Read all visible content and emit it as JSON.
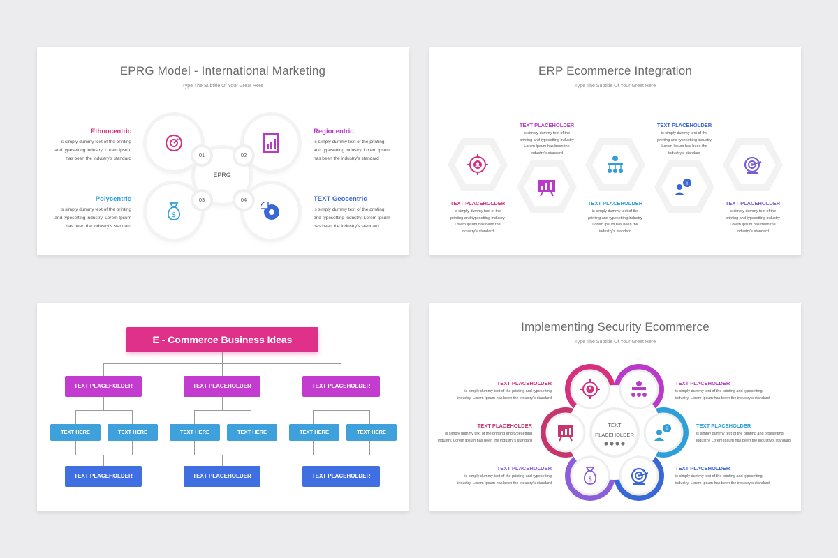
{
  "slide1": {
    "title": "EPRG Model - International Marketing",
    "subtitle": "Type The Subtitle Of Your Great Here",
    "center_label": "EPRG",
    "items": [
      {
        "num": "01",
        "heading": "Ethnocentric",
        "color": "#d6317f",
        "icon": "speedometer-icon",
        "desc": [
          "is simply dummy text of the printing",
          "and typesetting industry. Lorem Ipsum",
          "has been the industry's standard"
        ]
      },
      {
        "num": "02",
        "heading": "Regiocentric",
        "color": "#b93ac9",
        "icon": "chart-document-icon",
        "desc": [
          " is simply dummy text of the printing",
          "and typesetting industry. Lorem Ipsum",
          "has been the industry's standard"
        ]
      },
      {
        "num": "03",
        "heading": "Polycentric",
        "color": "#2f9fd9",
        "icon": "money-bag-icon",
        "desc": [
          "is simply dummy text of the printing",
          "and typesetting industry. Lorem Ipsum",
          "has been the industry's standard"
        ]
      },
      {
        "num": "04",
        "heading": "TEXT Geocentric",
        "color": "#3a67d6",
        "icon": "pie-chart-icon",
        "desc": [
          " is simply dummy text of the printing",
          "and typesetting industry. Lorem Ipsum",
          "has been the industry's standard"
        ]
      }
    ]
  },
  "slide2": {
    "title": "ERP Ecommerce Integration",
    "subtitle": "Type The Subtitle Of Your Great Here",
    "items": [
      {
        "heading": "TEXT PLACEHOLDER",
        "color": "#d6317f",
        "icon": "target-user-icon",
        "desc": [
          "is simply dummy text of the",
          "printing and typesetting industry",
          "Lorem Ipsum has been the",
          "industry's standard"
        ]
      },
      {
        "heading": "TEXT PLACEHOLDER",
        "color": "#b93ac9",
        "icon": "presentation-board-icon",
        "desc": [
          "is simply dummy text of the",
          "printing and typesetting industry",
          "Lorem Ipsum has been the",
          "industry's standard"
        ]
      },
      {
        "heading": "TEXT PLACEHOLDER",
        "color": "#2f9fd9",
        "icon": "network-icon",
        "desc": [
          "is simply dummy text of the",
          "printing and typesetting industry",
          "Lorem Ipsum has been the",
          "industry's standard"
        ]
      },
      {
        "heading": "TEXT PLACEHOLDER",
        "color": "#3a67d6",
        "icon": "user-info-icon",
        "desc": [
          "is simply dummy text of the",
          "printing and typesetting industry",
          "Lorem Ipsum has been the",
          "industry's standard"
        ]
      },
      {
        "heading": "TEXT PLACEHOLDER",
        "color": "#7b5ed6",
        "icon": "target-arrow-icon",
        "desc": [
          "is simply dummy text of the",
          "printing and typesetting industry",
          "Lorem Ipsum has been the",
          "industry's standard"
        ]
      }
    ]
  },
  "slide3": {
    "title": "E - Commerce Business Ideas",
    "level1": [
      "TEXT PLACEHOLDER",
      "TEXT PLACEHOLDER",
      "TEXT PLACEHOLDER"
    ],
    "level2": [
      "TEXT HERE",
      "TEXT HERE",
      "TEXT HERE",
      "TEXT HERE",
      "TEXT HERE",
      "TEXT HERE"
    ],
    "level3": [
      "TEXT PLACEHOLDER",
      "TEXT PLACEHOLDER",
      "TEXT PLACEHOLDER"
    ],
    "colors": {
      "top": "#e0318a",
      "level1": "#c43bd0",
      "level2": "#3fa1dc",
      "level3": "#3f6fe0"
    }
  },
  "slide4": {
    "title": "Implementing Security Ecommerce",
    "subtitle": "Type The Subtitle Of Your Great Here",
    "center_line1": "TEXT",
    "center_line2": "PLACEHOLDER",
    "items": [
      {
        "heading": "TEXT PLACEHOLDER",
        "color": "#d6317f",
        "icon": "target-user-icon",
        "desc": [
          "is simply dummy text of the printing and typesetting",
          "industry. Lorem Ipsum has been the industry's standard"
        ]
      },
      {
        "heading": "TEXT PLACEHOLDER",
        "color": "#b93ac9",
        "icon": "network-icon",
        "desc": [
          "is simply dummy text of the printing and typesetting",
          "industry. Lorem Ipsum has been the industry's standard"
        ]
      },
      {
        "heading": "TEXT PLACEHOLDER",
        "color": "#c7356e",
        "icon": "presentation-board-icon",
        "desc": [
          "is simply dummy text of the printing and typesetting",
          "industry. Lorem Ipsum has been the industry's standard"
        ]
      },
      {
        "heading": "TEXT PLACEHOLDER",
        "color": "#2f9fd9",
        "icon": "user-info-icon",
        "desc": [
          "is simply dummy text of the printing and typesetting",
          "industry. Lorem Ipsum has been the industry's standard"
        ]
      },
      {
        "heading": "TEXT PLACEHOLDER",
        "color": "#8a5fd9",
        "icon": "money-bag-icon",
        "desc": [
          "is simply dummy text of the printing and typesetting",
          "industry. Lorem Ipsum has been the industry's standard"
        ]
      },
      {
        "heading": "TEXT PLACEHOLDER",
        "color": "#3a67d6",
        "icon": "target-arrow-icon",
        "desc": [
          "is simply dummy text of the printing and typesetting",
          "industry. Lorem Ipsum has been the industry's standard"
        ]
      }
    ]
  }
}
